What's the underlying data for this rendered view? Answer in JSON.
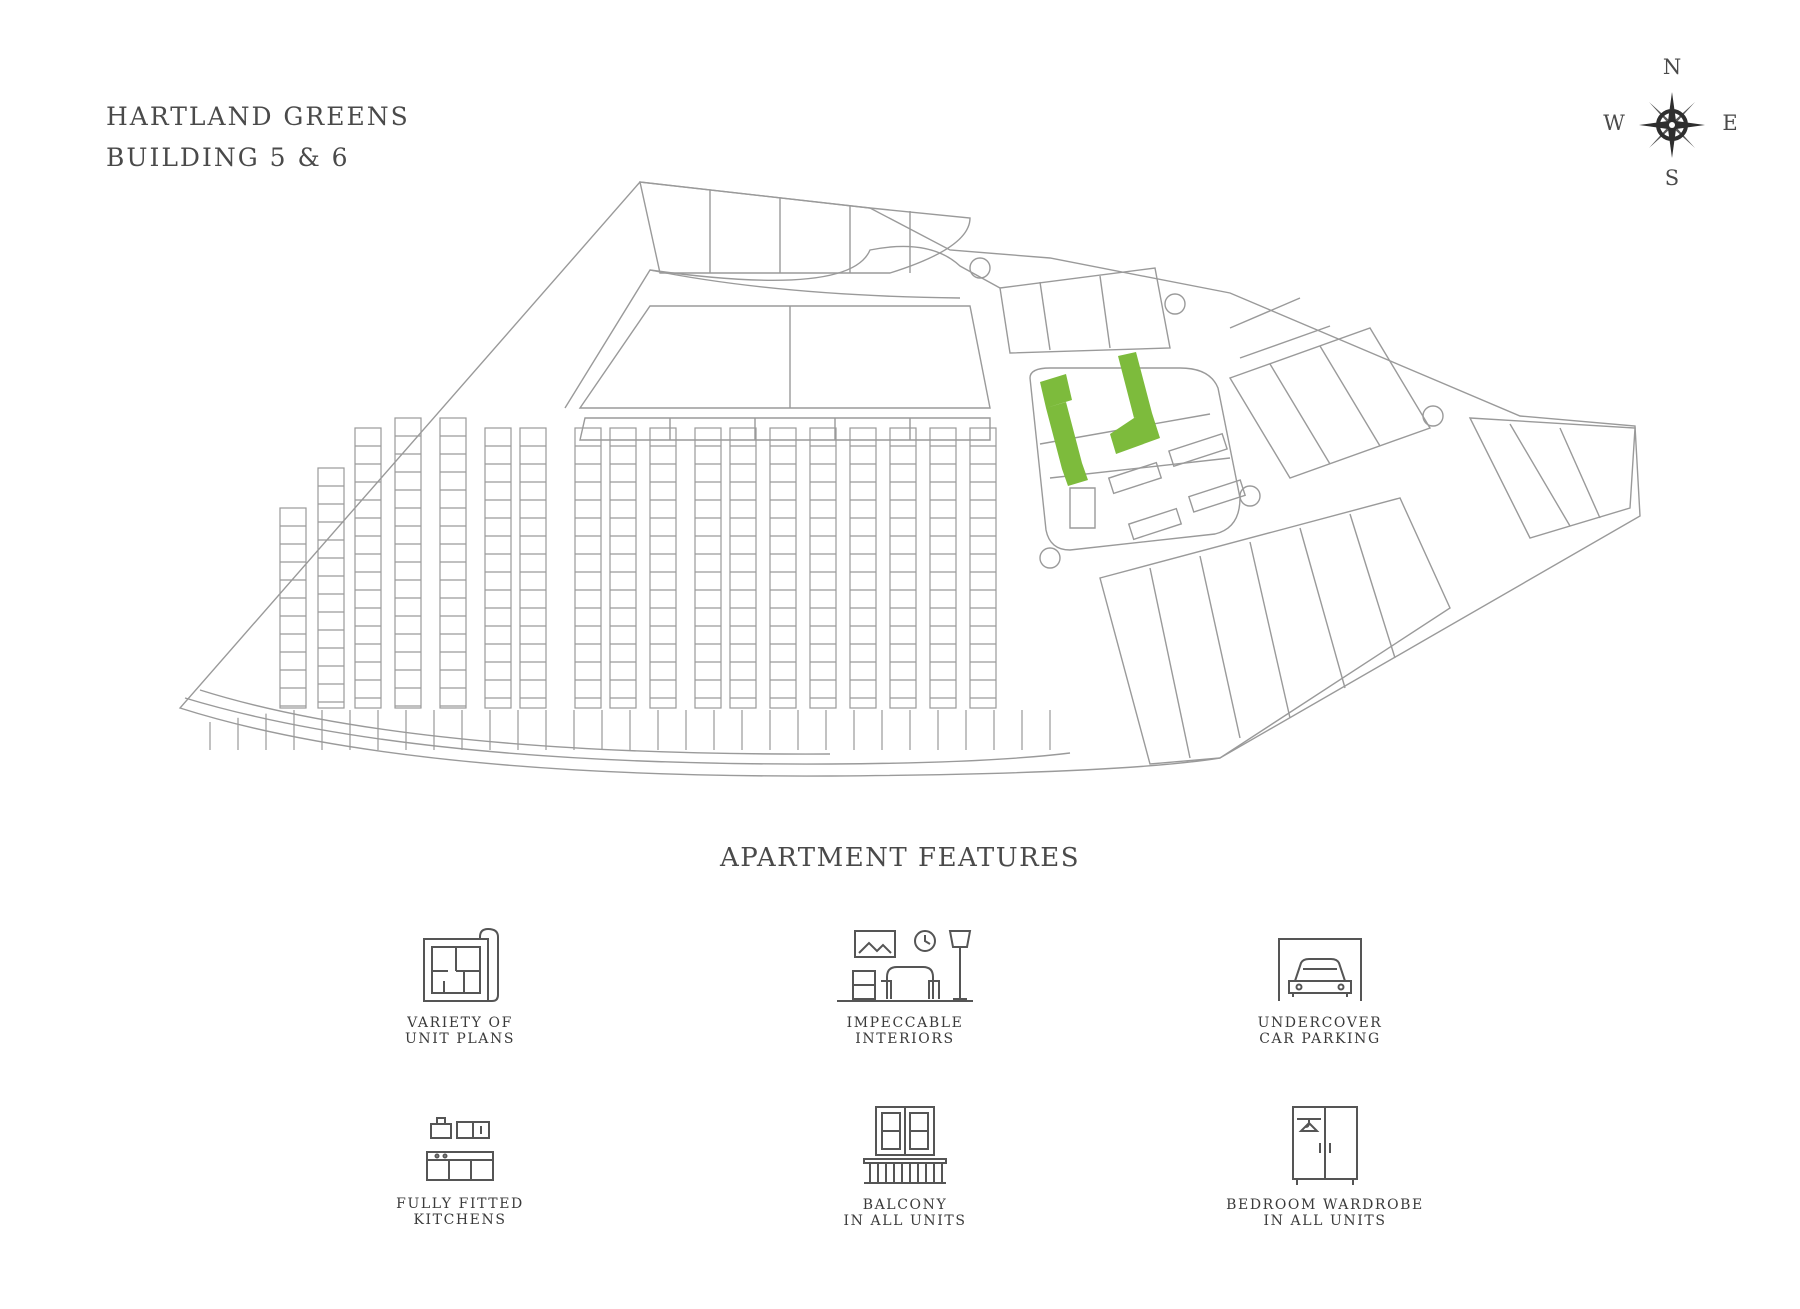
{
  "header": {
    "line1": "HARTLAND GREENS",
    "line2": "BUILDING 5 & 6"
  },
  "compass": {
    "n": "N",
    "s": "S",
    "e": "E",
    "w": "W"
  },
  "site_plan": {
    "highlight_color": "#7dbb3c",
    "line_color": "#9a9a9a"
  },
  "features": {
    "title": "APARTMENT FEATURES",
    "items": [
      {
        "icon": "floor-plan-icon",
        "line1": "VARIETY OF",
        "line2": "UNIT PLANS"
      },
      {
        "icon": "living-room-icon",
        "line1": "IMPECCABLE",
        "line2": "INTERIORS"
      },
      {
        "icon": "car-garage-icon",
        "line1": "UNDERCOVER",
        "line2": "CAR PARKING"
      },
      {
        "icon": "kitchen-icon",
        "line1": "FULLY FITTED",
        "line2": "KITCHENS"
      },
      {
        "icon": "balcony-icon",
        "line1": "BALCONY",
        "line2": "IN ALL UNITS"
      },
      {
        "icon": "wardrobe-icon",
        "line1": "BEDROOM WARDROBE",
        "line2": "IN ALL UNITS"
      }
    ]
  }
}
